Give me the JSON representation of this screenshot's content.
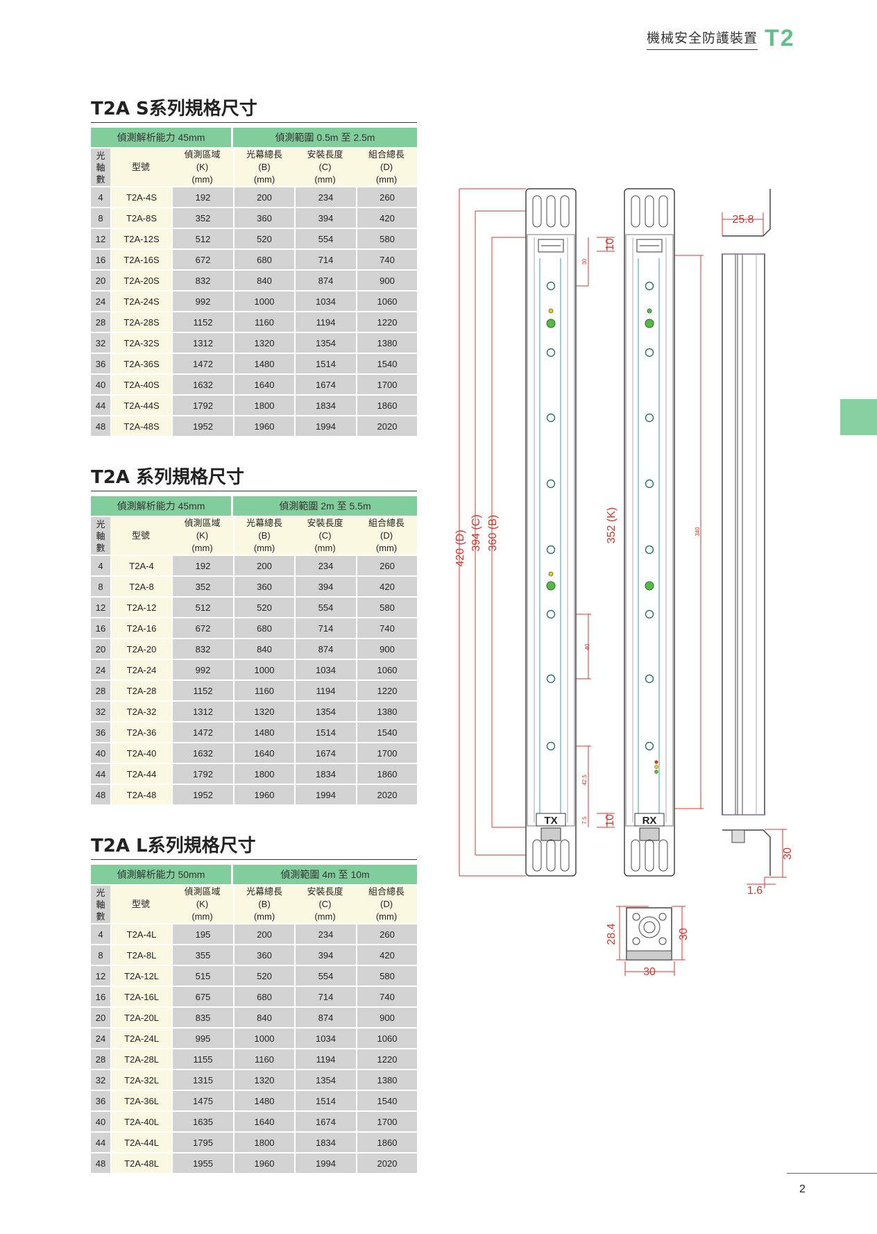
{
  "header": {
    "title": "機械安全防護裝置",
    "badge": "T2"
  },
  "col_headers": {
    "axes": "光\n軸\n數",
    "model": "型號",
    "k": "偵測區域\n(K)\n(mm)",
    "b": "光幕總長\n(B)\n(mm)",
    "c": "安裝長度\n(C)\n(mm)",
    "d": "組合總長\n(D)\n(mm)"
  },
  "sections": [
    {
      "title": "T2A S系列規格尺寸",
      "resolution": "偵測解析能力 45mm",
      "range": "偵測範圍 0.5m 至 2.5m",
      "rows": [
        [
          "4",
          "T2A-4S",
          "192",
          "200",
          "234",
          "260"
        ],
        [
          "8",
          "T2A-8S",
          "352",
          "360",
          "394",
          "420"
        ],
        [
          "12",
          "T2A-12S",
          "512",
          "520",
          "554",
          "580"
        ],
        [
          "16",
          "T2A-16S",
          "672",
          "680",
          "714",
          "740"
        ],
        [
          "20",
          "T2A-20S",
          "832",
          "840",
          "874",
          "900"
        ],
        [
          "24",
          "T2A-24S",
          "992",
          "1000",
          "1034",
          "1060"
        ],
        [
          "28",
          "T2A-28S",
          "1152",
          "1160",
          "1194",
          "1220"
        ],
        [
          "32",
          "T2A-32S",
          "1312",
          "1320",
          "1354",
          "1380"
        ],
        [
          "36",
          "T2A-36S",
          "1472",
          "1480",
          "1514",
          "1540"
        ],
        [
          "40",
          "T2A-40S",
          "1632",
          "1640",
          "1674",
          "1700"
        ],
        [
          "44",
          "T2A-44S",
          "1792",
          "1800",
          "1834",
          "1860"
        ],
        [
          "48",
          "T2A-48S",
          "1952",
          "1960",
          "1994",
          "2020"
        ]
      ]
    },
    {
      "title": "T2A 系列規格尺寸",
      "resolution": "偵測解析能力 45mm",
      "range": "偵測範圍 2m 至 5.5m",
      "rows": [
        [
          "4",
          "T2A-4",
          "192",
          "200",
          "234",
          "260"
        ],
        [
          "8",
          "T2A-8",
          "352",
          "360",
          "394",
          "420"
        ],
        [
          "12",
          "T2A-12",
          "512",
          "520",
          "554",
          "580"
        ],
        [
          "16",
          "T2A-16",
          "672",
          "680",
          "714",
          "740"
        ],
        [
          "20",
          "T2A-20",
          "832",
          "840",
          "874",
          "900"
        ],
        [
          "24",
          "T2A-24",
          "992",
          "1000",
          "1034",
          "1060"
        ],
        [
          "28",
          "T2A-28",
          "1152",
          "1160",
          "1194",
          "1220"
        ],
        [
          "32",
          "T2A-32",
          "1312",
          "1320",
          "1354",
          "1380"
        ],
        [
          "36",
          "T2A-36",
          "1472",
          "1480",
          "1514",
          "1540"
        ],
        [
          "40",
          "T2A-40",
          "1632",
          "1640",
          "1674",
          "1700"
        ],
        [
          "44",
          "T2A-44",
          "1792",
          "1800",
          "1834",
          "1860"
        ],
        [
          "48",
          "T2A-48",
          "1952",
          "1960",
          "1994",
          "2020"
        ]
      ]
    },
    {
      "title": "T2A L系列規格尺寸",
      "resolution": "偵測解析能力 50mm",
      "range": "偵測範圍 4m 至 10m",
      "rows": [
        [
          "4",
          "T2A-4L",
          "195",
          "200",
          "234",
          "260"
        ],
        [
          "8",
          "T2A-8L",
          "355",
          "360",
          "394",
          "420"
        ],
        [
          "12",
          "T2A-12L",
          "515",
          "520",
          "554",
          "580"
        ],
        [
          "16",
          "T2A-16L",
          "675",
          "680",
          "714",
          "740"
        ],
        [
          "20",
          "T2A-20L",
          "835",
          "840",
          "874",
          "900"
        ],
        [
          "24",
          "T2A-24L",
          "995",
          "1000",
          "1034",
          "1060"
        ],
        [
          "28",
          "T2A-28L",
          "1155",
          "1160",
          "1194",
          "1220"
        ],
        [
          "32",
          "T2A-32L",
          "1315",
          "1320",
          "1354",
          "1380"
        ],
        [
          "36",
          "T2A-36L",
          "1475",
          "1480",
          "1514",
          "1540"
        ],
        [
          "40",
          "T2A-40L",
          "1635",
          "1640",
          "1674",
          "1700"
        ],
        [
          "44",
          "T2A-44L",
          "1795",
          "1800",
          "1834",
          "1860"
        ],
        [
          "48",
          "T2A-48L",
          "1955",
          "1960",
          "1994",
          "2020"
        ]
      ]
    }
  ],
  "drawing": {
    "dim_d": "420 (D)",
    "dim_c": "394 (C)",
    "dim_b": "360 (B)",
    "dim_k": "352 (K)",
    "dim_10_top": "10",
    "dim_10_bottom": "10",
    "dim_30": "30",
    "dim_340": "340",
    "dim_40": "40",
    "dim_42_5": "42.5",
    "dim_7_5": "7.5",
    "dim_25_8": "25.8",
    "dim_bracket_30": "30",
    "dim_1_6": "1.6",
    "dim_28_4": "28.4",
    "dim_base_30_v": "30",
    "dim_base_30_h": "30",
    "label_tx": "TX",
    "label_rx": "RX",
    "dim_color": "#d9342b"
  },
  "page_number": "2"
}
